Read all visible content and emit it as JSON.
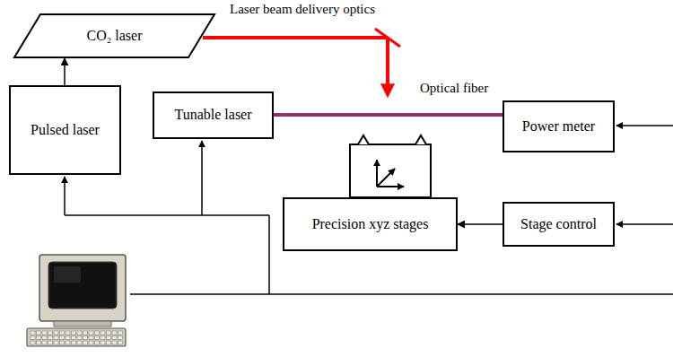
{
  "diagram": {
    "nodes": [
      {
        "text": [
          "CO₂ laser"
        ]
      },
      {
        "text": [
          "Pulsed laser"
        ]
      },
      {
        "text": [
          "Tunable laser"
        ]
      },
      {
        "text": [
          "Power meter"
        ]
      },
      {
        "text": [
          "Precision xyz stages"
        ]
      },
      {
        "text": [
          "Stage control"
        ]
      }
    ],
    "edges": [
      {
        "from": 1,
        "to": 0,
        "arrow": "to"
      },
      {
        "from": 2,
        "to": 3,
        "arrow": "none"
      },
      {
        "from": 5,
        "to": 4,
        "arrow": "to"
      }
    ],
    "labels": [
      "Laser beam delivery optics",
      "Optical fiber"
    ]
  }
}
